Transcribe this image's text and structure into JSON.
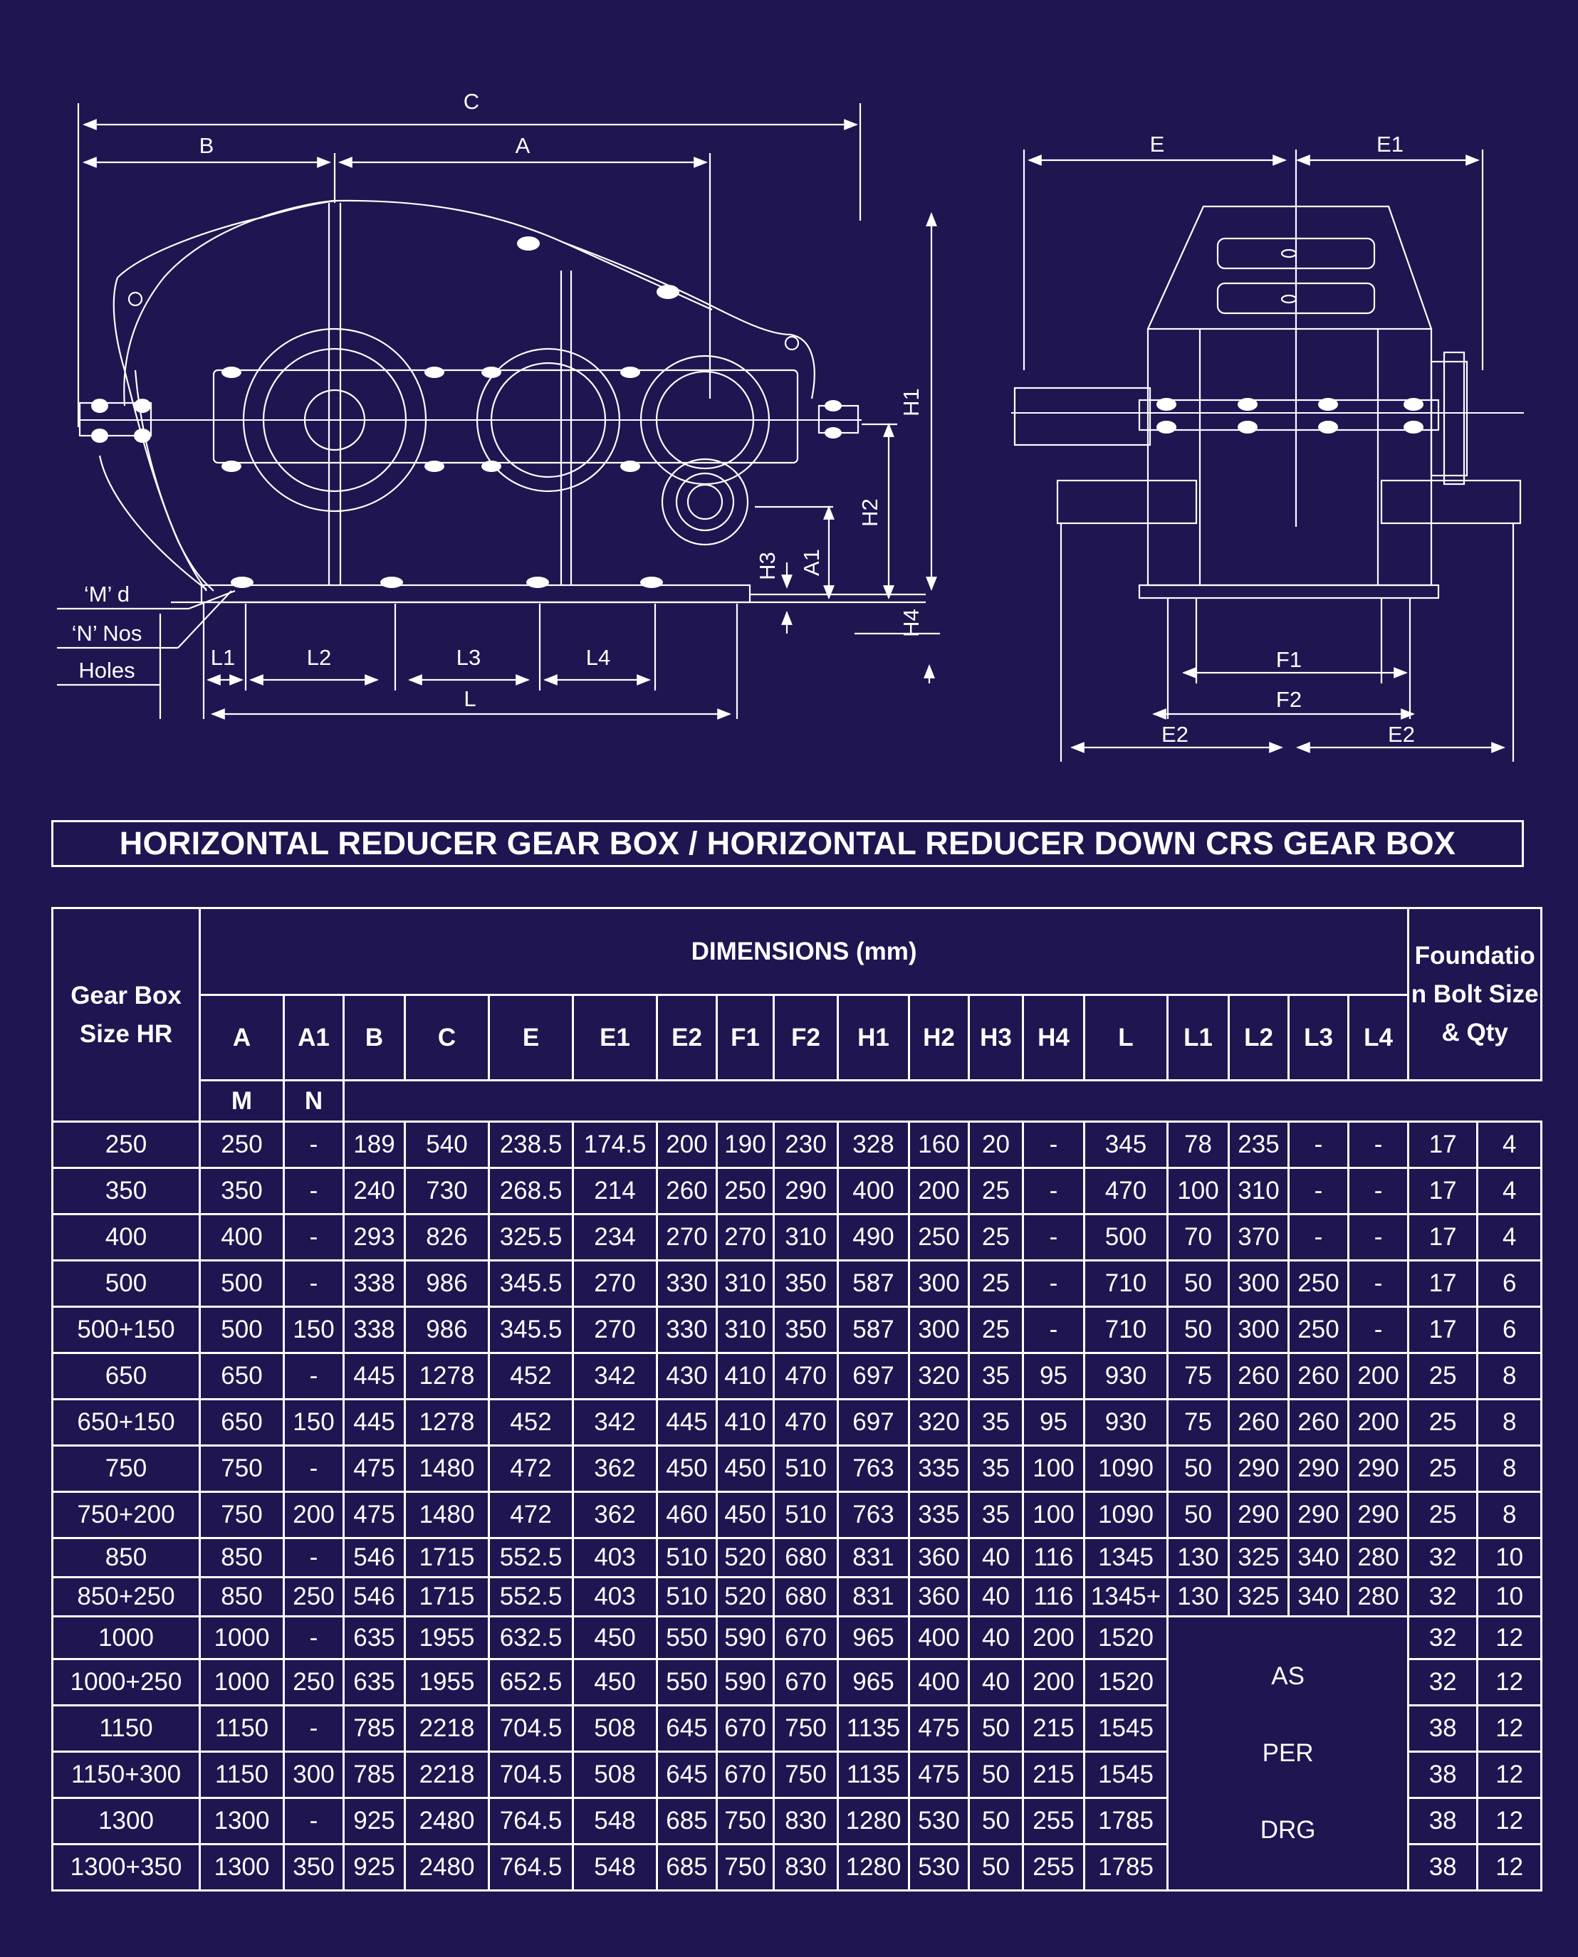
{
  "drawing": {
    "front_dims": [
      "C",
      "B",
      "A",
      "H1",
      "H2",
      "H3",
      "A1",
      "H4",
      "L1",
      "L2",
      "L3",
      "L4",
      "L"
    ],
    "side_dims": [
      "E",
      "E1",
      "F1",
      "F2",
      "E2",
      "E2"
    ],
    "hole_labels": [
      "‘M’ d",
      "‘N’ Nos",
      "Holes"
    ]
  },
  "title": "HORIZONTAL REDUCER GEAR BOX / HORIZONTAL REDUCER DOWN CRS GEAR BOX",
  "table": {
    "gear_header": "Gear Box Size HR",
    "dimensions_header": "DIMENSIONS (mm)",
    "foundation_header": "Foundation Bolt Size & Qty",
    "columns": [
      "A",
      "A1",
      "B",
      "C",
      "E",
      "E1",
      "E2",
      "F1",
      "F2",
      "H1",
      "H2",
      "H3",
      "H4",
      "L",
      "L1",
      "L2",
      "L3",
      "L4"
    ],
    "bolt_columns": [
      "M",
      "N"
    ],
    "merged_note": "AS\nPER\nDRG",
    "rows": [
      [
        "250",
        "250",
        "-",
        "189",
        "540",
        "238.5",
        "174.5",
        "200",
        "190",
        "230",
        "328",
        "160",
        "20",
        "-",
        "345",
        "78",
        "235",
        "-",
        "-",
        "17",
        "4"
      ],
      [
        "350",
        "350",
        "-",
        "240",
        "730",
        "268.5",
        "214",
        "260",
        "250",
        "290",
        "400",
        "200",
        "25",
        "-",
        "470",
        "100",
        "310",
        "-",
        "-",
        "17",
        "4"
      ],
      [
        "400",
        "400",
        "-",
        "293",
        "826",
        "325.5",
        "234",
        "270",
        "270",
        "310",
        "490",
        "250",
        "25",
        "-",
        "500",
        "70",
        "370",
        "-",
        "-",
        "17",
        "4"
      ],
      [
        "500",
        "500",
        "-",
        "338",
        "986",
        "345.5",
        "270",
        "330",
        "310",
        "350",
        "587",
        "300",
        "25",
        "-",
        "710",
        "50",
        "300",
        "250",
        "-",
        "17",
        "6"
      ],
      [
        "500+150",
        "500",
        "150",
        "338",
        "986",
        "345.5",
        "270",
        "330",
        "310",
        "350",
        "587",
        "300",
        "25",
        "-",
        "710",
        "50",
        "300",
        "250",
        "-",
        "17",
        "6"
      ],
      [
        "650",
        "650",
        "-",
        "445",
        "1278",
        "452",
        "342",
        "430",
        "410",
        "470",
        "697",
        "320",
        "35",
        "95",
        "930",
        "75",
        "260",
        "260",
        "200",
        "25",
        "8"
      ],
      [
        "650+150",
        "650",
        "150",
        "445",
        "1278",
        "452",
        "342",
        "445",
        "410",
        "470",
        "697",
        "320",
        "35",
        "95",
        "930",
        "75",
        "260",
        "260",
        "200",
        "25",
        "8"
      ],
      [
        "750",
        "750",
        "-",
        "475",
        "1480",
        "472",
        "362",
        "450",
        "450",
        "510",
        "763",
        "335",
        "35",
        "100",
        "1090",
        "50",
        "290",
        "290",
        "290",
        "25",
        "8"
      ],
      [
        "750+200",
        "750",
        "200",
        "475",
        "1480",
        "472",
        "362",
        "460",
        "450",
        "510",
        "763",
        "335",
        "35",
        "100",
        "1090",
        "50",
        "290",
        "290",
        "290",
        "25",
        "8"
      ],
      [
        "850",
        "850",
        "-",
        "546",
        "1715",
        "552.5",
        "403",
        "510",
        "520",
        "680",
        "831",
        "360",
        "40",
        "116",
        "1345",
        "130",
        "325",
        "340",
        "280",
        "32",
        "10"
      ],
      [
        "850+250",
        "850",
        "250",
        "546",
        "1715",
        "552.5",
        "403",
        "510",
        "520",
        "680",
        "831",
        "360",
        "40",
        "116",
        "1345+",
        "130",
        "325",
        "340",
        "280",
        "32",
        "10"
      ],
      [
        "1000",
        "1000",
        "-",
        "635",
        "1955",
        "632.5",
        "450",
        "550",
        "590",
        "670",
        "965",
        "400",
        "40",
        "200",
        "1520",
        "32",
        "12"
      ],
      [
        "1000+250",
        "1000",
        "250",
        "635",
        "1955",
        "652.5",
        "450",
        "550",
        "590",
        "670",
        "965",
        "400",
        "40",
        "200",
        "1520",
        "32",
        "12"
      ],
      [
        "1150",
        "1150",
        "-",
        "785",
        "2218",
        "704.5",
        "508",
        "645",
        "670",
        "750",
        "1135",
        "475",
        "50",
        "215",
        "1545",
        "38",
        "12"
      ],
      [
        "1150+300",
        "1150",
        "300",
        "785",
        "2218",
        "704.5",
        "508",
        "645",
        "670",
        "750",
        "1135",
        "475",
        "50",
        "215",
        "1545",
        "38",
        "12"
      ],
      [
        "1300",
        "1300",
        "-",
        "925",
        "2480",
        "764.5",
        "548",
        "685",
        "750",
        "830",
        "1280",
        "530",
        "50",
        "255",
        "1785",
        "38",
        "12"
      ],
      [
        "1300+350",
        "1300",
        "350",
        "925",
        "2480",
        "764.5",
        "548",
        "685",
        "750",
        "830",
        "1280",
        "530",
        "50",
        "255",
        "1785",
        "38",
        "12"
      ]
    ]
  }
}
